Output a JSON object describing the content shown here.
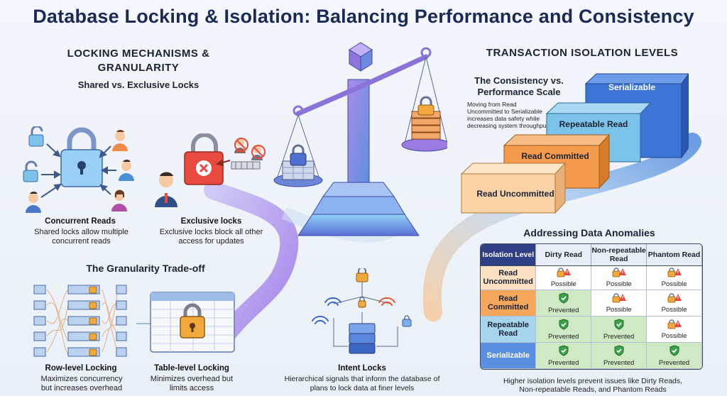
{
  "title": "Database Locking & Isolation: Balancing Performance and Consistency",
  "left": {
    "heading": "LOCKING MECHANISMS & GRANULARITY",
    "subheading": "Shared vs. Exclusive Locks",
    "shared": {
      "title": "Concurrent Reads",
      "desc": "Shared locks allow multiple concurrent reads"
    },
    "exclusive": {
      "title": "Exclusive locks",
      "desc": "Exclusive locks block all other access for updates"
    },
    "granularity_heading": "The Granularity Trade-off",
    "row": {
      "title": "Row-level Locking",
      "desc": "Maximizes concurrency but increases overhead"
    },
    "table": {
      "title": "Table-level Locking",
      "desc": "Minimizes overhead but limits access"
    },
    "intent": {
      "title": "Intent Locks",
      "desc": "Hierarchical signals that inform the database of plans to lock data at finer levels"
    }
  },
  "right": {
    "heading": "TRANSACTION ISOLATION LEVELS",
    "scale_heading": "The Consistency vs. Performance Scale",
    "scale_desc": "Moving from Read Uncommitted to Serializable increases data safety while decreasing system throughput.",
    "steps": [
      "Read Uncommitted",
      "Read Committed",
      "Repeatable Read",
      "Serializable"
    ],
    "anomalies_heading": "Addressing Data Anomalies",
    "table": {
      "headers": [
        "Isolation Level",
        "Dirty Read",
        "Non-repeatable Read",
        "Phantom Read"
      ],
      "rows": [
        {
          "level": "Read Uncommitted",
          "cells": [
            "Possible",
            "Possible",
            "Possible"
          ]
        },
        {
          "level": "Read Committed",
          "cells": [
            "Prevented",
            "Possible",
            "Possible"
          ]
        },
        {
          "level": "Repeatable Read",
          "cells": [
            "Prevented",
            "Prevented",
            "Possible"
          ]
        },
        {
          "level": "Serializable",
          "cells": [
            "Prevented",
            "Prevented",
            "Prevented"
          ]
        }
      ]
    },
    "footer": "Higher isolation levels prevent issues like Dirty Reads, Non-repeatable Reads, and Phantom Reads"
  },
  "colors": {
    "title": "#1b2a55",
    "read_uncommitted": "#fbd3a6",
    "read_committed": "#f39a4c",
    "repeatable_read": "#7cc3ea",
    "serializable": "#3c75d6",
    "prevented": "#cfe9c5"
  }
}
